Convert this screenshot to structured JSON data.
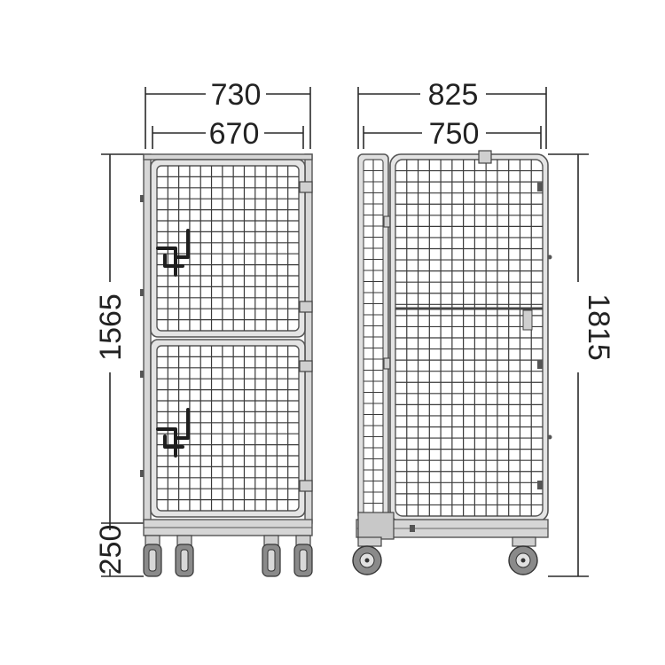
{
  "dimensions": {
    "front_outer_width": "730",
    "front_inner_width": "670",
    "side_outer_depth": "825",
    "side_inner_depth": "750",
    "body_height": "1565",
    "base_height": "250",
    "total_height": "1815"
  },
  "colors": {
    "line": "#2a2a2a",
    "frame_fill": "#d6d6d6",
    "frame_stroke": "#555555",
    "mesh": "#3a3a3a",
    "background": "#ffffff"
  }
}
